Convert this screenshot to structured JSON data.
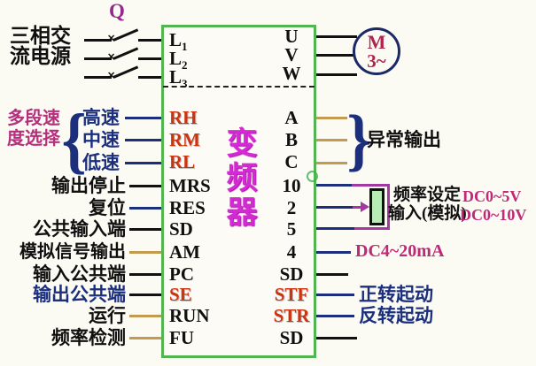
{
  "colors": {
    "box_border_green": "#53b551",
    "wire_black": "#111111",
    "wire_navy": "#1b2f7d",
    "wire_tan": "#c49a4e",
    "wire_magenta": "#a238a0",
    "terminal_red": "#cc3311",
    "inverter_title_magenta": "#d42ad4",
    "group_label_magenta": "#b5307c",
    "dc_label_magenta": "#c02878",
    "motor_ring_navy": "#1a2a66",
    "motor_text_red": "#b02550",
    "breaker_label_purple": "#952a8e",
    "pot_fill_green": "#b7ecb4"
  },
  "icons": {
    "breaker_contact_cross": "✕",
    "group_brace_left": "{",
    "group_brace_right": "}"
  },
  "power": {
    "breaker": "Q",
    "source_line1": "三相交",
    "source_line2": "流电源",
    "input_terminals": [
      {
        "base": "L",
        "sub": "1"
      },
      {
        "base": "L",
        "sub": "2"
      },
      {
        "base": "L",
        "sub": "3"
      }
    ]
  },
  "motor_output": {
    "terminals": [
      "U",
      "V",
      "W"
    ],
    "motor_letter": "M",
    "motor_phase": "3~"
  },
  "inverter": {
    "title_chars": [
      "变",
      "频",
      "器"
    ]
  },
  "speed_select": {
    "group_line1": "多段速",
    "group_line2": "度选择",
    "options": [
      "高速",
      "中速",
      "低速"
    ],
    "terminals": [
      "RH",
      "RM",
      "RL"
    ]
  },
  "left_rows": [
    {
      "label": "输出停止",
      "terminal": "MRS"
    },
    {
      "label": "复位",
      "terminal": "RES"
    },
    {
      "label": "公共输入端",
      "terminal": "SD"
    },
    {
      "label": "模拟信号输出",
      "terminal": "AM"
    },
    {
      "label": "输入公共端",
      "terminal": "PC"
    },
    {
      "label": "输出公共端",
      "terminal": "SE"
    },
    {
      "label": "运行",
      "terminal": "RUN"
    },
    {
      "label": "频率检测",
      "terminal": "FU"
    }
  ],
  "abnormal": {
    "terminals": [
      "A",
      "B",
      "C"
    ],
    "label": "异常输出"
  },
  "freq_setting": {
    "terminals": [
      "10",
      "2",
      "5"
    ],
    "label_line1": "频率设定",
    "label_line2": "输入(模拟)",
    "range_5v": "DC0~5V",
    "range_10v": "DC0~10V"
  },
  "current_loop": {
    "terminal": "4",
    "label": "DC4~20mA"
  },
  "right_bottom_rows": [
    {
      "terminal": "SD",
      "label": ""
    },
    {
      "terminal": "STF",
      "label": "正转起动"
    },
    {
      "terminal": "STR",
      "label": "反转起动"
    },
    {
      "terminal": "SD",
      "label": ""
    }
  ]
}
